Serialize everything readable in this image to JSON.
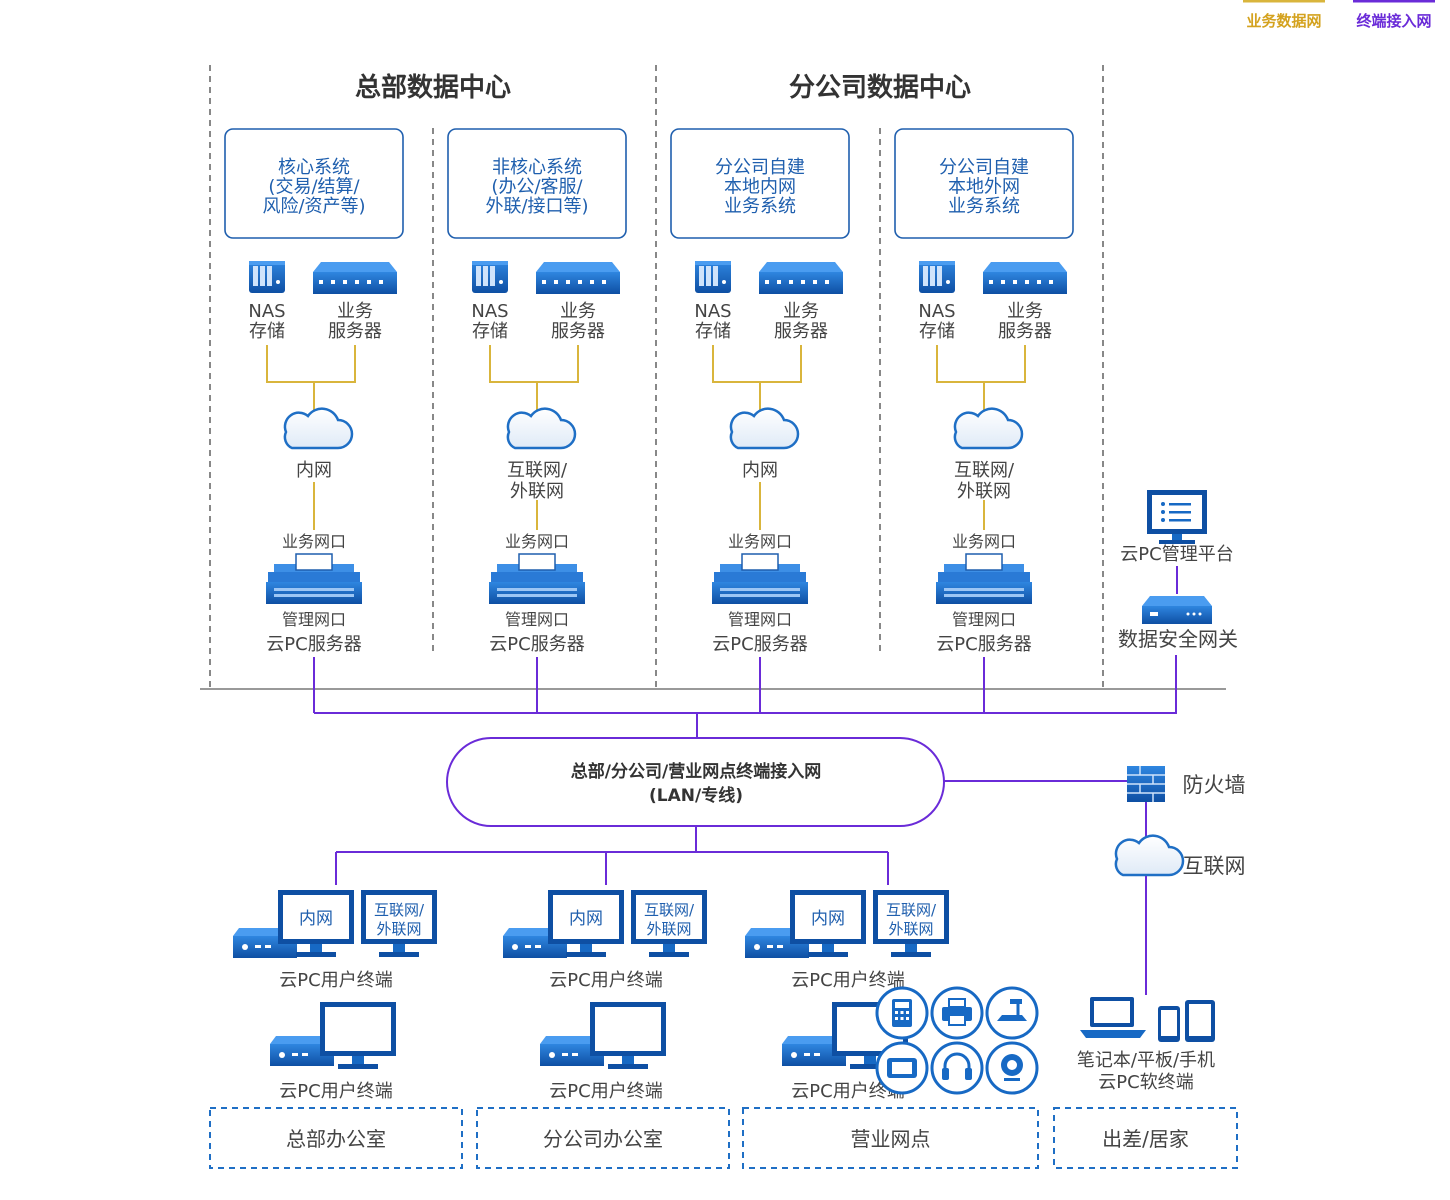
{
  "legend": {
    "business_net": "业务数据网",
    "terminal_net": "终端接入网"
  },
  "colors": {
    "business_line": "#d9b53c",
    "terminal_line": "#6a2bd8",
    "device_blue": "#1769c4",
    "box_border": "#1f5fae",
    "dashed_gray": "#888888"
  },
  "sections": {
    "hq_dc": "总部数据中心",
    "branch_dc": "分公司数据中心"
  },
  "systems": [
    {
      "lines": [
        "核心系统",
        "(交易/结算/",
        "风险/资产等)"
      ],
      "network": [
        "内网"
      ]
    },
    {
      "lines": [
        "非核心系统",
        "(办公/客服/",
        "外联/接口等)"
      ],
      "network": [
        "互联网/",
        "外联网"
      ]
    },
    {
      "lines": [
        "分公司自建",
        "本地内网",
        "业务系统"
      ],
      "network": [
        "内网"
      ]
    },
    {
      "lines": [
        "分公司自建",
        "本地外网",
        "业务系统"
      ],
      "network": [
        "互联网/",
        "外联网"
      ]
    }
  ],
  "device_labels": {
    "nas": [
      "NAS",
      "存储"
    ],
    "biz_server": [
      "业务",
      "服务器"
    ],
    "biz_port": "业务网口",
    "mgmt_port": "管理网口",
    "cloud_pc_server": "云PC服务器"
  },
  "right_side": {
    "mgmt_platform": "云PC管理平台",
    "gateway": "数据安全网关",
    "firewall": "防火墙",
    "internet": "互联网"
  },
  "access_net": {
    "line1": "总部/分公司/营业网点终端接入网",
    "line2": "(LAN/专线)"
  },
  "terminal": {
    "label": "云PC用户终端",
    "screen_intranet": "内网",
    "screen_internet": [
      "互联网/",
      "外联网"
    ]
  },
  "mobile": [
    "笔记本/平板/手机",
    "云PC软终端"
  ],
  "locations": [
    "总部办公室",
    "分公司办公室",
    "营业网点",
    "出差/居家"
  ],
  "peripheral_icons": [
    "keypad-icon",
    "printer-icon",
    "scanner-icon",
    "signature-pad-icon",
    "headset-icon",
    "webcam-icon"
  ]
}
